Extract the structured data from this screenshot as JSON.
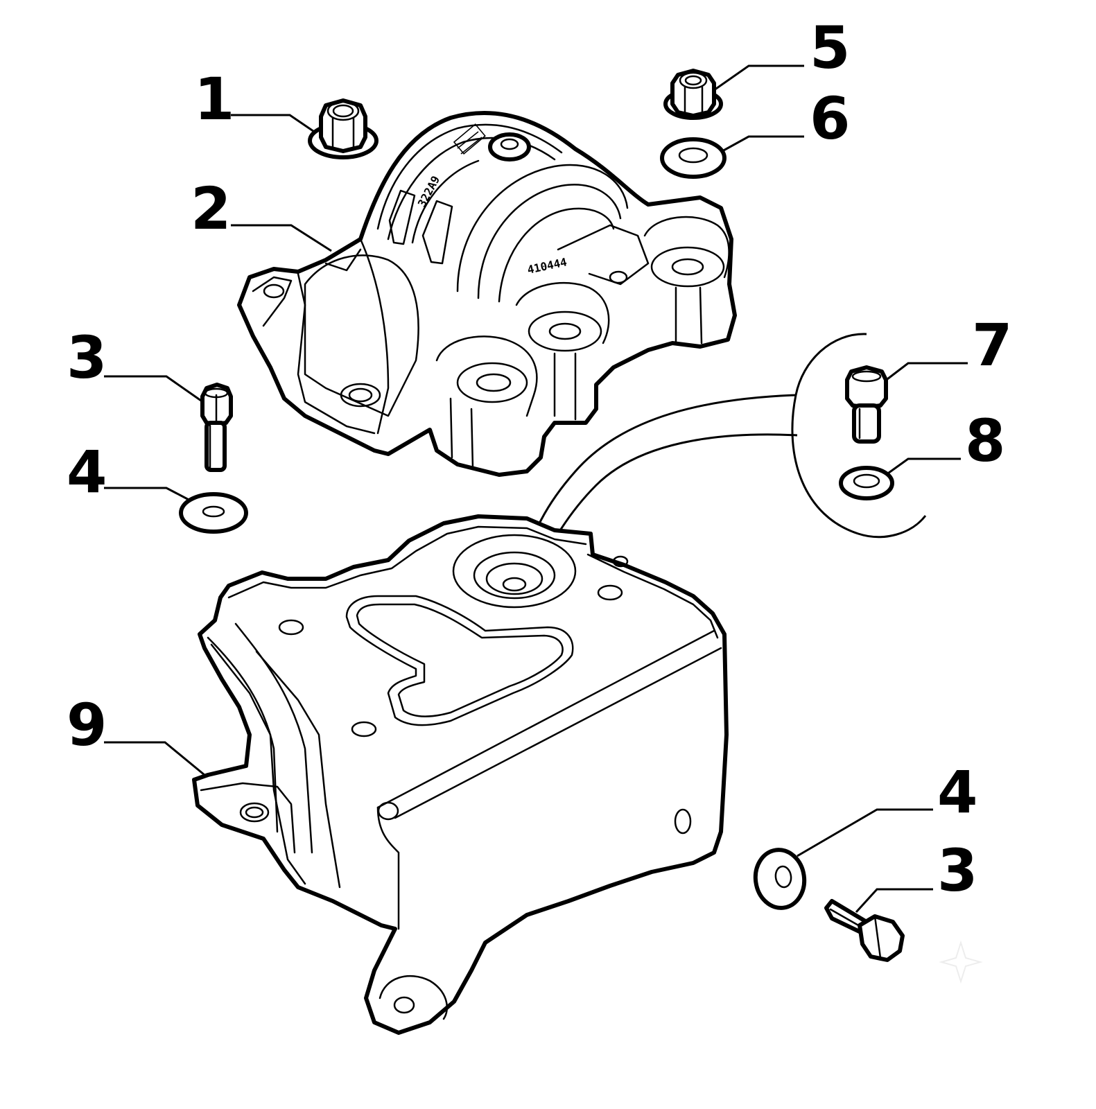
{
  "callouts": [
    {
      "id": "c1",
      "label": "1"
    },
    {
      "id": "c2",
      "label": "2"
    },
    {
      "id": "c3a",
      "label": "3"
    },
    {
      "id": "c4a",
      "label": "4"
    },
    {
      "id": "c5",
      "label": "5"
    },
    {
      "id": "c6",
      "label": "6"
    },
    {
      "id": "c7",
      "label": "7"
    },
    {
      "id": "c8",
      "label": "8"
    },
    {
      "id": "c9",
      "label": "9"
    },
    {
      "id": "c4b",
      "label": "4"
    },
    {
      "id": "c3b",
      "label": "3"
    }
  ],
  "mount_markings": {
    "code_a": "322A9",
    "code_b": "410444"
  },
  "colors": {
    "line": "#000000",
    "background": "#ffffff"
  }
}
